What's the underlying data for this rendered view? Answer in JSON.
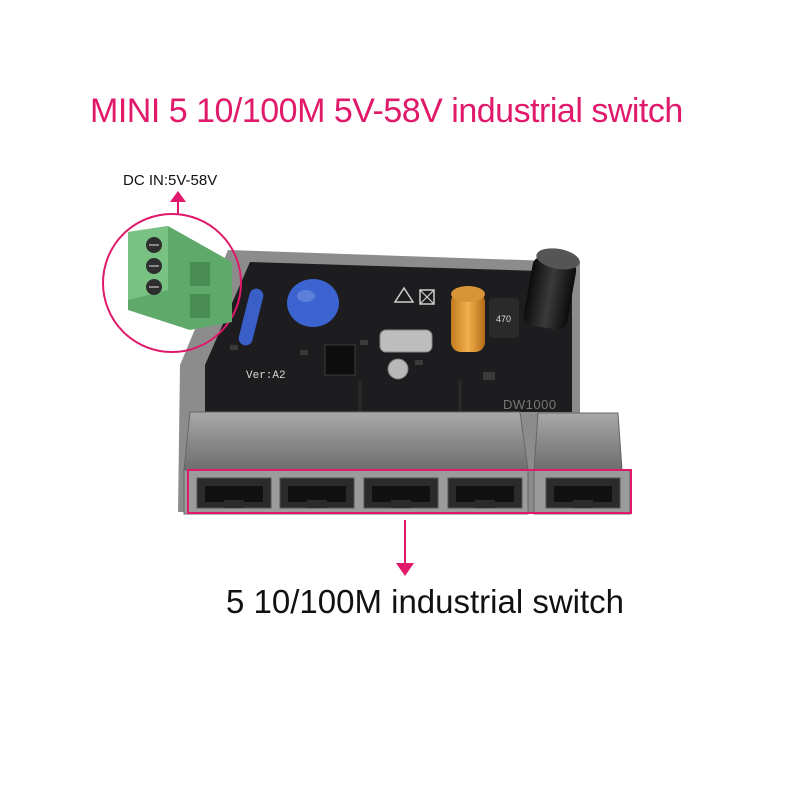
{
  "title": "MINI 5 10/100M 5V-58V industrial switch",
  "power_label": "DC IN:5V-58V",
  "ports_label": "5 10/100M industrial switch",
  "silkscreen": {
    "version": "Ver:A2",
    "model": "DW1000"
  },
  "colors": {
    "accent": "#e0196b",
    "pcb": "#1c1c1e",
    "terminal_block": "#5faa6a",
    "metal": "#8e8e8e"
  },
  "port_count": 5
}
